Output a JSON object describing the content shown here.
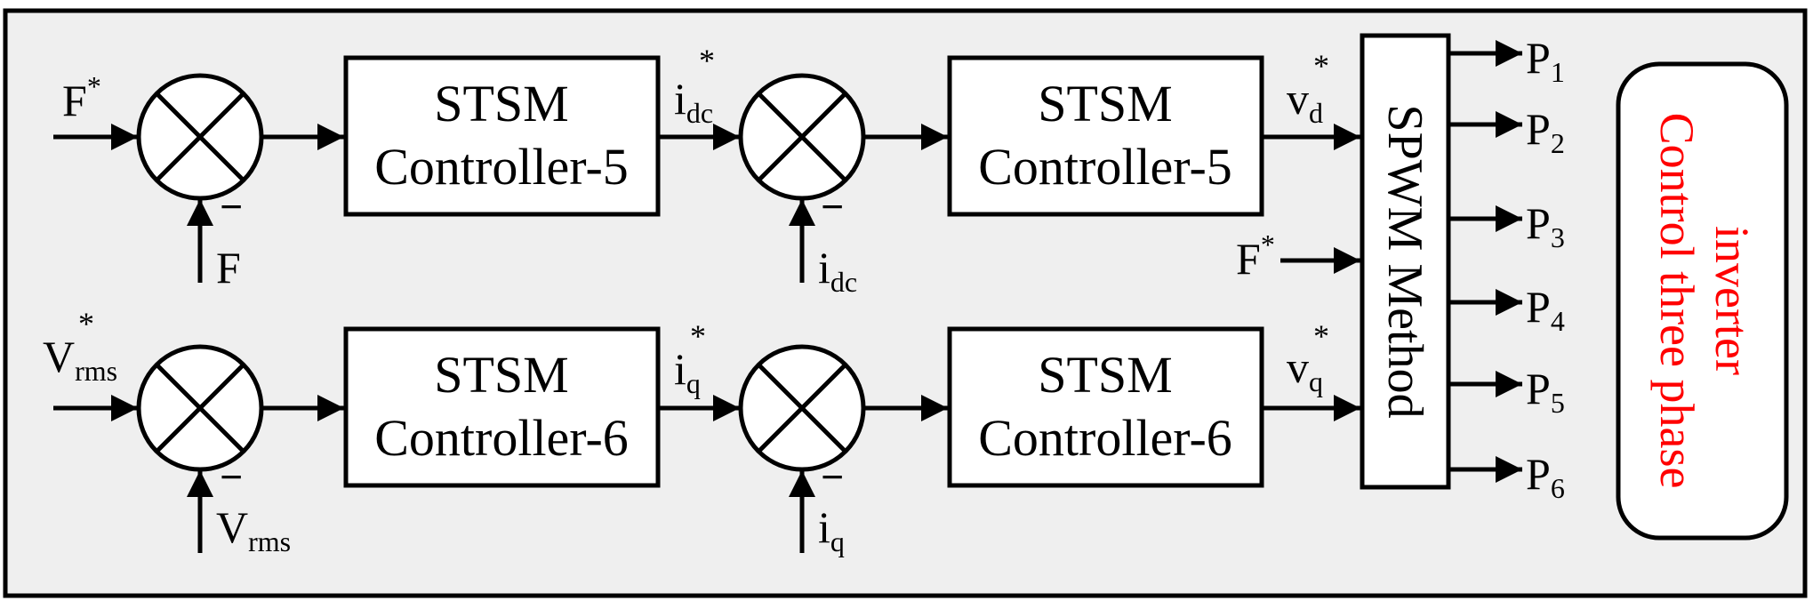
{
  "inputs": {
    "f_ref": {
      "base": "F",
      "sup": "*"
    },
    "f_fb": {
      "base": "F"
    },
    "vrms_ref": {
      "base": "V",
      "sub": "rms",
      "sup": "*"
    },
    "vrms_fb": {
      "base": "V",
      "sub": "rms"
    },
    "idc_ref": {
      "base": "i",
      "sub": "dc",
      "sup": "*"
    },
    "idc_fb": {
      "base": "i",
      "sub": "dc"
    },
    "iq_ref": {
      "base": "i",
      "sub": "q",
      "sup": "*"
    },
    "iq_fb": {
      "base": "i",
      "sub": "q"
    },
    "vd_ref": {
      "base": "v",
      "sub": "d",
      "sup": "*"
    },
    "vq_ref": {
      "base": "v",
      "sub": "q",
      "sup": "*"
    },
    "spwm_f_ref": {
      "base": "F",
      "sup": "*"
    }
  },
  "controllers": {
    "c1": {
      "line1": "STSM",
      "line2": "Controller-5"
    },
    "c2": {
      "line1": "STSM",
      "line2": "Controller-5"
    },
    "c3": {
      "line1": "STSM",
      "line2": "Controller-6"
    },
    "c4": {
      "line1": "STSM",
      "line2": "Controller-6"
    }
  },
  "spwm": {
    "label": "SPWM Method"
  },
  "outputs": [
    {
      "base": "P",
      "sub": "1"
    },
    {
      "base": "P",
      "sub": "2"
    },
    {
      "base": "P",
      "sub": "3"
    },
    {
      "base": "P",
      "sub": "4"
    },
    {
      "base": "P",
      "sub": "5"
    },
    {
      "base": "P",
      "sub": "6"
    }
  ],
  "side_label": {
    "line1": "Control three phase",
    "line2": "inverter",
    "color": "#ff0000"
  },
  "minus_sign": "−",
  "colors": {
    "background": "#efefef",
    "stroke": "#000000",
    "block_fill": "#ffffff"
  }
}
